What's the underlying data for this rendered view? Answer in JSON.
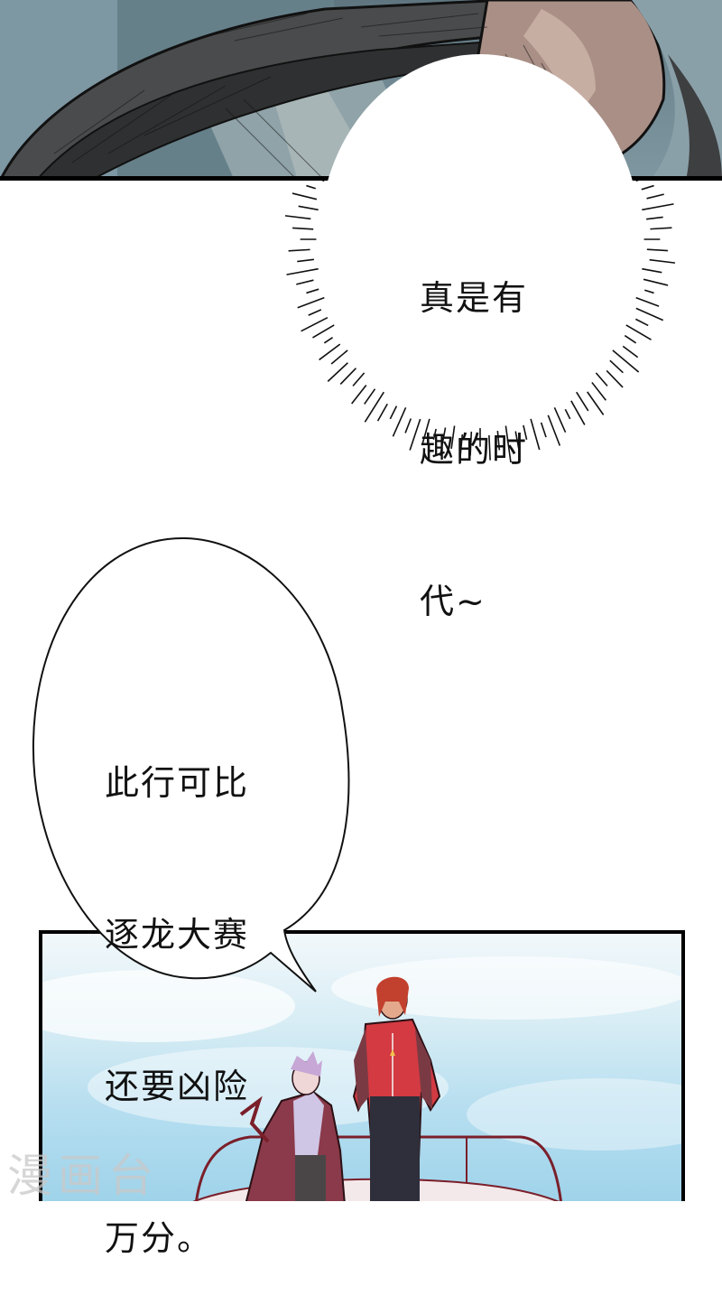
{
  "comic": {
    "panels": [
      {
        "id": "panel-1",
        "description": "close-up of hand gripping steering wheel",
        "colors": {
          "background": "#6e8791",
          "wheel": "#3a3c3e",
          "hand": "#b89a8c",
          "border": "#000000"
        }
      },
      {
        "id": "panel-2",
        "description": "two characters standing on a boat deck under blue sky",
        "colors": {
          "sky_top": "#f2f8fb",
          "sky_bottom": "#9fd3ea",
          "red_jacket": "#d33a42",
          "coat": "#8a3a4a",
          "pants": "#2e2f3a",
          "boat_rail": "#7a1f2a"
        }
      }
    ],
    "bubbles": [
      {
        "id": "burst-bubble",
        "type": "emphasis-burst",
        "lines": [
          "真是有",
          "趣的时",
          "代~"
        ]
      },
      {
        "id": "speech-bubble",
        "type": "oval-speech",
        "lines": [
          "此行可比",
          "逐龙大赛",
          "还要凶险",
          "万分。"
        ]
      }
    ],
    "watermark": "漫画台"
  }
}
